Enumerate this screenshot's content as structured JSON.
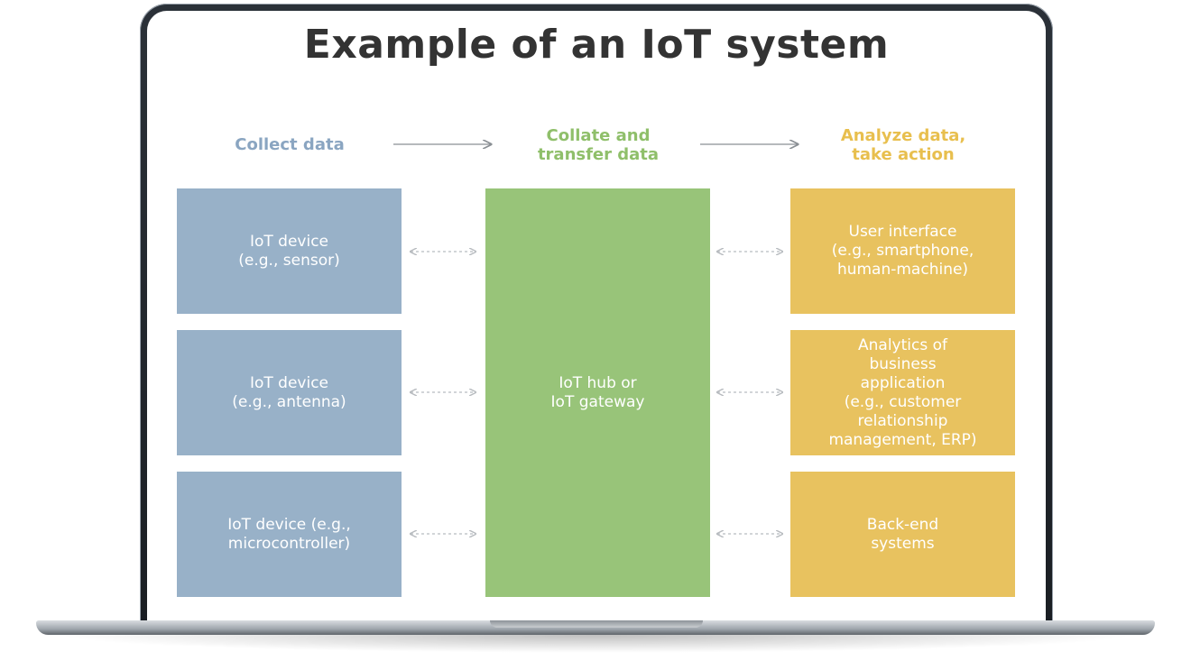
{
  "title": "Example of an IoT system",
  "headings": {
    "collect": "Collect data",
    "collate": [
      "Collate and",
      "transfer data"
    ],
    "analyze": [
      "Analyze data,",
      "take action"
    ]
  },
  "devices": [
    [
      "IoT device",
      "(e.g., sensor)"
    ],
    [
      "IoT device",
      "(e.g., antenna)"
    ],
    [
      "IoT device (e.g.,",
      "microcontroller)"
    ]
  ],
  "hub": [
    "IoT hub or",
    "IoT gateway"
  ],
  "actions": [
    [
      "User interface",
      "(e.g., smartphone,",
      "human-machine)"
    ],
    [
      "Analytics of",
      "business",
      "application",
      "(e.g., customer",
      "relationship",
      "management, ERP)"
    ],
    [
      "Back-end",
      "systems"
    ]
  ],
  "colors": {
    "collect": "#8aa5c1",
    "collate": "#8fbf6a",
    "analyze": "#e8bf4e",
    "device_box": "#98b1c8",
    "hub_box": "#98c479",
    "action_box": "#e8c25f",
    "title": "#333333"
  }
}
